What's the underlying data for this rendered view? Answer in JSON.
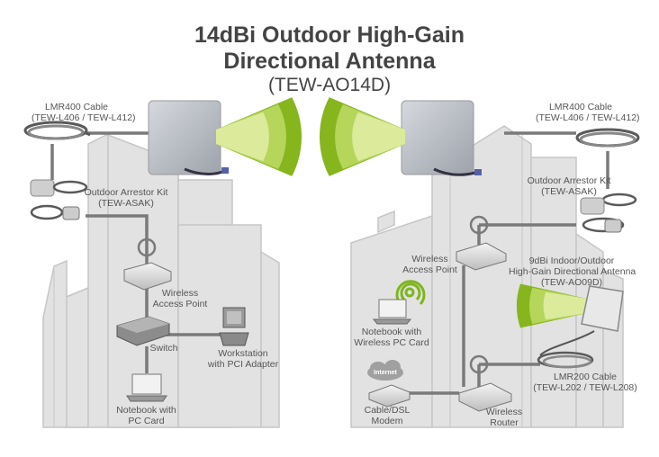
{
  "title": {
    "line1": "14dBi Outdoor High-Gain",
    "line2": "Directional Antenna",
    "model": "(TEW-AO14D)"
  },
  "left_site": {
    "cable": {
      "name": "LMR400 Cable",
      "model": "(TEW-L406 / TEW-L412)"
    },
    "arrestor": {
      "name": "Outdoor Arrestor Kit",
      "model": "(TEW-ASAK)"
    },
    "access_point": {
      "line1": "Wireless",
      "line2": "Access Point"
    },
    "switch": {
      "line1": "Switch"
    },
    "workstation": {
      "line1": "Workstation",
      "line2": "with PCI Adapter"
    },
    "notebook": {
      "line1": "Notebook with",
      "line2": "PC Card"
    }
  },
  "right_site": {
    "cable": {
      "name": "LMR400 Cable",
      "model": "(TEW-L406 / TEW-L412)"
    },
    "arrestor": {
      "name": "Outdoor Arrestor Kit",
      "model": "(TEW-ASAK)"
    },
    "access_point": {
      "line1": "Wireless",
      "line2": "Access Point"
    },
    "indoor_antenna": {
      "line1": "9dBi Indoor/Outdoor",
      "line2": "High-Gain Directional Antenna",
      "line3": "(TEW-AO09D)"
    },
    "notebook": {
      "line1": "Notebook with",
      "line2": "Wireless PC Card"
    },
    "modem": {
      "cloud": "Internet",
      "line1": "Cable/DSL",
      "line2": "Modem"
    },
    "router": {
      "line1": "Wireless",
      "line2": "Router"
    },
    "lmr200": {
      "name": "LMR200 Cable",
      "model": "(TEW-L202 / TEW-L208)"
    }
  },
  "colors": {
    "beam_dark": "#86b51e",
    "beam_mid": "#b5d65a",
    "beam_light": "#dcea9c",
    "building": "#e2e2e2",
    "building_edge": "#c4c4c4",
    "wire": "#7a7a7a",
    "text": "#444444"
  }
}
